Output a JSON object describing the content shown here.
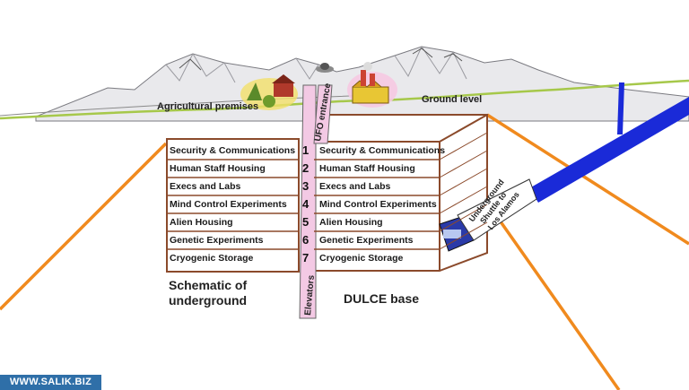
{
  "labels": {
    "agricultural": "Agricultural premises",
    "ground_level": "Ground level",
    "ufo_entrance": "UFO entrance",
    "elevators": "Elevators",
    "schematic_line1": "Schematic of",
    "schematic_line2": "underground",
    "dulce": "DULCE base",
    "shuttle_line1": "Underground",
    "shuttle_line2": "Shuttle to",
    "shuttle_line3": "Los Alamos"
  },
  "floors": [
    {
      "number": "1",
      "left": "Security & Communications",
      "right": "Security & Communications"
    },
    {
      "number": "2",
      "left": "Human Staff Housing",
      "right": "Human Staff Housing"
    },
    {
      "number": "3",
      "left": "Execs and Labs",
      "right": "Execs and Labs"
    },
    {
      "number": "4",
      "left": "Mind Control Experiments",
      "right": "Mind Control Experiments"
    },
    {
      "number": "5",
      "left": "Alien Housing",
      "right": "Alien Housing"
    },
    {
      "number": "6",
      "left": "Genetic Experiments",
      "right": "Genetic Experiments"
    },
    {
      "number": "7",
      "left": "Cryogenic Storage",
      "right": "Cryogenic Storage"
    }
  ],
  "watermark": "WWW.SALIK.BIZ",
  "colors": {
    "orange_lines": "#f08a1e",
    "blue_tunnel": "#1a2ad8",
    "building_border": "#8b4a2b",
    "ground_line": "#a6c84a"
  }
}
